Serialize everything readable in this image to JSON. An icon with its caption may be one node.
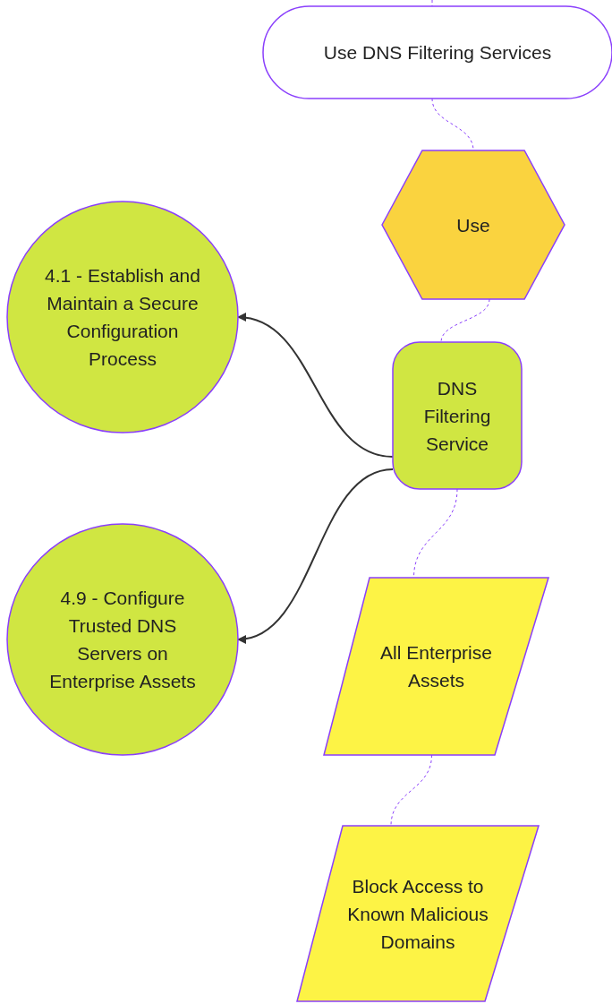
{
  "diagram": {
    "nodes": [
      {
        "text": [
          "Use DNS Filtering Services"
        ]
      },
      {
        "text": [
          "Use"
        ]
      },
      {
        "text": [
          "4.1 - Establish and Maintain a Secure Configuration Process"
        ]
      },
      {
        "text": [
          "DNS Filtering Service"
        ]
      },
      {
        "text": [
          "4.9 - Configure Trusted DNS Servers on Enterprise Assets"
        ]
      },
      {
        "text": [
          "All Enterprise Assets"
        ]
      },
      {
        "text": [
          "Block Access to Known Malicious Domains"
        ]
      }
    ],
    "edges": [
      {
        "from": null,
        "to": 0,
        "arrow": "none",
        "style": "dashed"
      },
      {
        "from": 0,
        "to": 1,
        "arrow": "none",
        "style": "dashed"
      },
      {
        "from": 1,
        "to": 3,
        "arrow": "none",
        "style": "dashed"
      },
      {
        "from": 3,
        "to": 2,
        "arrow": "to",
        "color": "#333333"
      },
      {
        "from": 3,
        "to": 4,
        "arrow": "to",
        "color": "#333333"
      },
      {
        "from": 3,
        "to": 5,
        "arrow": "none",
        "style": "dashed"
      },
      {
        "from": 5,
        "to": 6,
        "arrow": "none",
        "style": "dashed"
      }
    ]
  }
}
